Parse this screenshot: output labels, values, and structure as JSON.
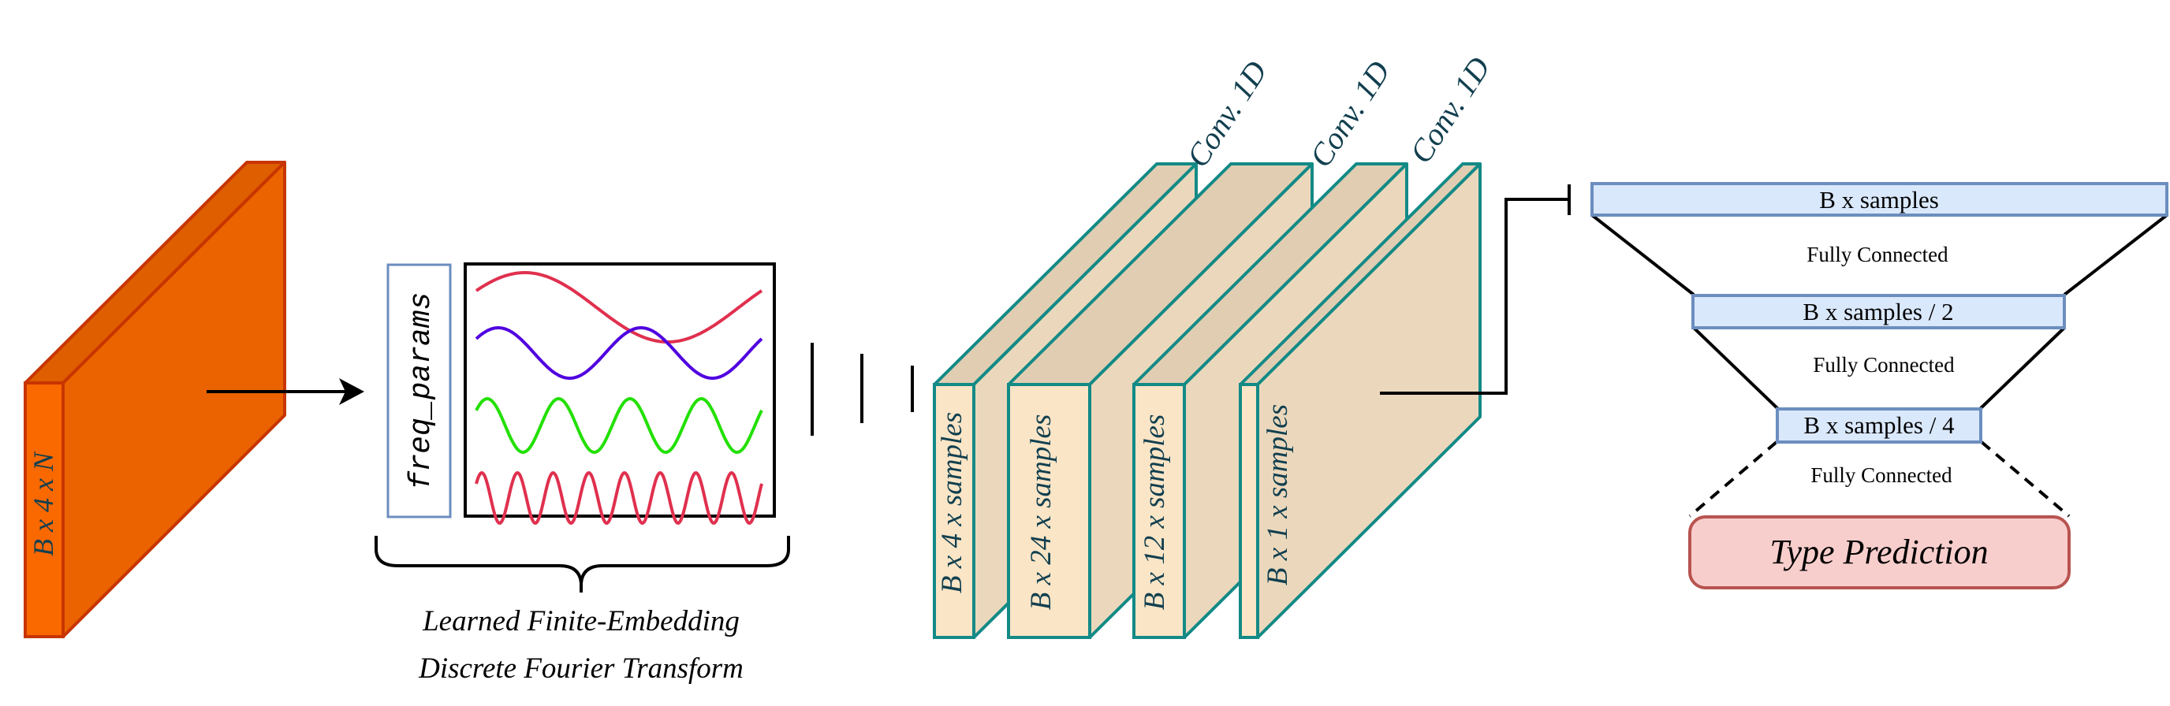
{
  "input_tensor": {
    "label": "B x 4 x N",
    "colors": {
      "front": "#fa6800",
      "side": "#ea6300",
      "top": "#de5e00",
      "stroke": "#c73500",
      "text": "#113f4f"
    }
  },
  "fourier_embedding": {
    "param_label": "freq_params",
    "caption_line1": "Learned Finite-Embedding",
    "caption_line2": "Discrete Fourier Transform",
    "wave_colors": [
      "#e0304e",
      "#5000e0",
      "#22e000",
      "#e0304e"
    ],
    "wave_cycles": [
      1,
      2,
      4,
      8
    ],
    "param_box_stroke": "#6c8ebf"
  },
  "conv_stack": {
    "colors": {
      "front": "#fae5c6",
      "side": "#ebd8bc",
      "top": "#e1cdb2",
      "stroke": "#138a86",
      "text": "#113f4f"
    },
    "layers": [
      {
        "label": "B x 4 x samples"
      },
      {
        "label": "B x 24 x samples"
      },
      {
        "label": "B x 12 x samples"
      },
      {
        "label": "B x 1 x samples"
      }
    ],
    "conv_labels": [
      "Conv. 1D",
      "Conv. 1D",
      "Conv. 1D"
    ]
  },
  "dense_head": {
    "layers": [
      {
        "label": "B x samples"
      },
      {
        "label": "B x samples / 2"
      },
      {
        "label": "B x samples / 4"
      }
    ],
    "connection_labels": [
      "Fully Connected",
      "Fully Connected",
      "Fully Connected"
    ],
    "output": {
      "label": "Type Prediction"
    },
    "colors": {
      "layer_fill": "#dae8fc",
      "layer_stroke": "#6c8ebf",
      "output_fill": "#f8cecc",
      "output_stroke": "#b85450"
    }
  }
}
